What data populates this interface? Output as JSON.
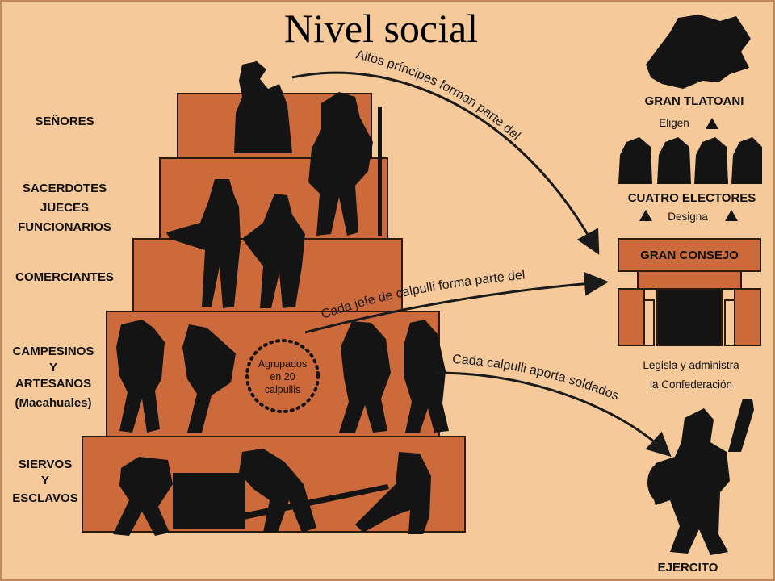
{
  "title": "Nivel social",
  "pyramid_levels": [
    {
      "label_lines": [
        "SEÑORES"
      ]
    },
    {
      "label_lines": [
        "SACERDOTES",
        "JUECES",
        "FUNCIONARIOS"
      ]
    },
    {
      "label_lines": [
        "COMERCIANTES"
      ]
    },
    {
      "label_lines": [
        "CAMPESINOS",
        "Y",
        "ARTESANOS",
        "(Macahuales)"
      ]
    },
    {
      "label_lines": [
        "SIERVOS",
        "Y",
        "ESCLAVOS"
      ]
    }
  ],
  "calpulli_circle": [
    "Agrupados",
    "en 20",
    "calpullis"
  ],
  "arrows": {
    "princes": "Altos príncipes forman parte del",
    "chief": "Cada jefe de calpulli forma parte del",
    "soldiers": "Cada calpulli aporta soldados"
  },
  "right_panel": {
    "gran_tlatoani": "GRAN TLATOANI",
    "eligen": "Eligen",
    "cuatro_electores": "CUATRO ELECTORES",
    "designa": "Designa",
    "gran_consejo": "GRAN CONSEJO",
    "legisla_line1": "Legisla y administra",
    "legisla_line2": "la Confederación",
    "ejercito": "EJERCITO"
  },
  "colors": {
    "background": "#f5c99a",
    "pyramid": "#cc6a3c",
    "silhouette": "#141414",
    "outline": "#2b1a10"
  }
}
